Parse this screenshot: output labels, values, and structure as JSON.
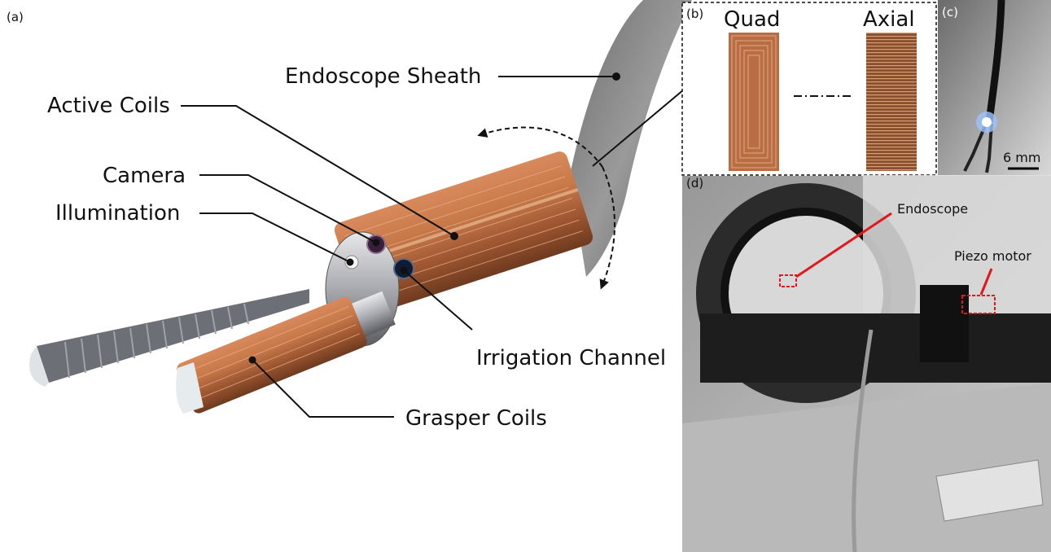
{
  "panels": {
    "a": {
      "tag": "(a)",
      "labels": {
        "sheath": "Endoscope Sheath",
        "active_coils": "Active Coils",
        "camera": "Camera",
        "illumination": "Illumination",
        "irrigation": "Irrigation Channel",
        "grasper": "Grasper Coils"
      }
    },
    "b": {
      "tag": "(b)",
      "quad": "Quad",
      "axial": "Axial"
    },
    "c": {
      "tag": "(c)",
      "scale": "6 mm"
    },
    "d": {
      "tag": "(d)",
      "endoscope": "Endoscope",
      "piezo": "Piezo motor"
    }
  },
  "colors": {
    "copper": "#b5683f",
    "sheath": "#8b8b8b",
    "callout_red": "#e3171b",
    "led_blue": "#5aa0ff"
  }
}
